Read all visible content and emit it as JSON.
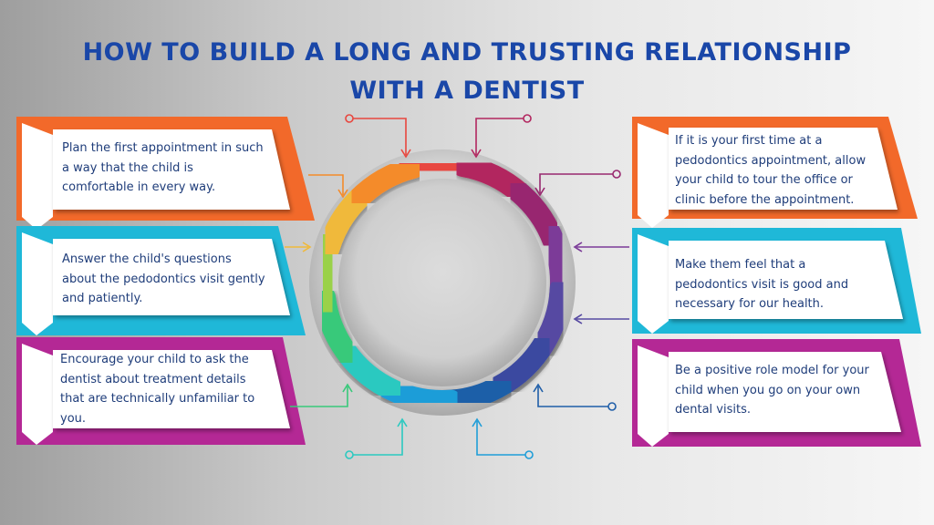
{
  "title": {
    "line1": "HOW TO BUILD A LONG AND TRUSTING RELATIONSHIP",
    "line2": "WITH A DENTIST"
  },
  "tips": [
    {
      "id": "left-1",
      "text": "Plan the first appointment in such a way that the child is comfortable in every way.",
      "color": "#f2692a"
    },
    {
      "id": "left-2",
      "text": "Answer the child's questions about the pedodontics visit gently and patiently.",
      "color": "#1fb8d8"
    },
    {
      "id": "left-3",
      "text": "Encourage your child to ask the dentist about treatment details that are technically unfamiliar to you.",
      "color": "#b42895"
    },
    {
      "id": "right-1",
      "text": "If it is your first time at a pedodontics appointment, allow your child to tour the office or clinic before the appointment.",
      "color": "#f2692a"
    },
    {
      "id": "right-2",
      "text": "Make them feel that a pedodontics visit is good and necessary for our health.",
      "color": "#1fb8d8"
    },
    {
      "id": "right-3",
      "text": "Be a positive role model for your child when you go on your own dental visits.",
      "color": "#b42895"
    }
  ],
  "colors": {
    "title": "#1a47a8",
    "text": "#1f3d7a",
    "orange": "#f2692a",
    "cyan": "#1fb8d8",
    "magenta": "#b42895",
    "ring": [
      "#e8473f",
      "#b2275f",
      "#98286f",
      "#7b3a98",
      "#574aa2",
      "#3b4aa0",
      "#1f5ea8",
      "#1f9dd8",
      "#2bc9c0",
      "#38c97a",
      "#9ad148",
      "#f0b93a",
      "#f48b2a"
    ]
  }
}
